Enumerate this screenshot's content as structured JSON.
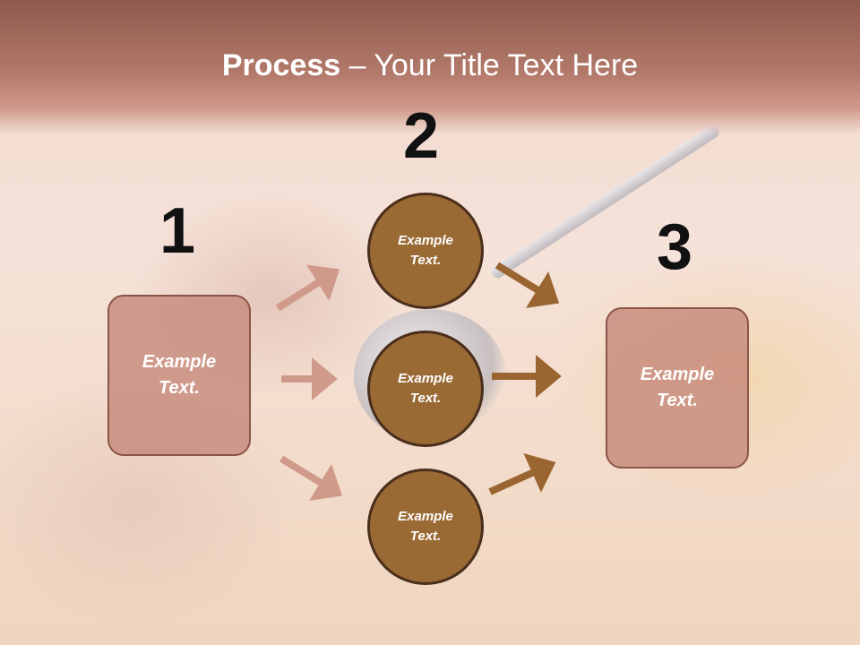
{
  "title": {
    "bold": "Process",
    "rest": " – Your Title Text Here"
  },
  "numbers": [
    "1",
    "2",
    "3"
  ],
  "left_box": "Example Text.",
  "right_box": "Example Text.",
  "circles": [
    "Example Text.",
    "Example Text.",
    "Example Text."
  ],
  "colors": {
    "left_arrows": "#d09a8a",
    "right_arrows": "#9a6530",
    "circle_fill": "#9a6a35",
    "box_fill": "#c48679"
  }
}
